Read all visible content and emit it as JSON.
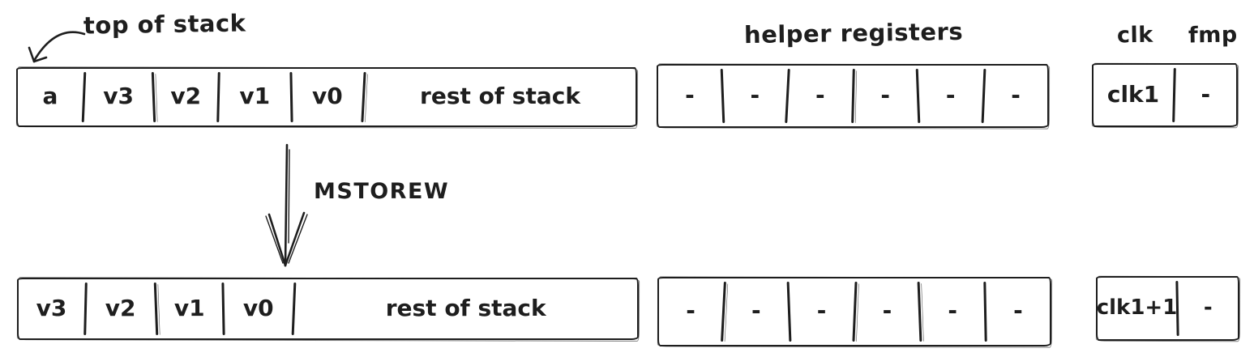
{
  "annotations": {
    "top_of_stack": "top of stack",
    "helper_registers": "helper registers",
    "clk": "clk",
    "fmp": "fmp"
  },
  "transition": {
    "instruction": "MSTOREW"
  },
  "state_before": {
    "stack": [
      "a",
      "v3",
      "v2",
      "v1",
      "v0",
      "rest of stack"
    ],
    "helper_registers": [
      "-",
      "-",
      "-",
      "-",
      "-",
      "-"
    ],
    "clk": "clk1",
    "fmp": "-"
  },
  "state_after": {
    "stack": [
      "v3",
      "v2",
      "v1",
      "v0",
      "rest of stack"
    ],
    "helper_registers": [
      "-",
      "-",
      "-",
      "-",
      "-",
      "-"
    ],
    "clk": "clk1+1",
    "fmp": "-"
  },
  "icons": {
    "top_of_stack_arrow": "curved-arrow-down-left",
    "transition_arrow": "arrow-down"
  },
  "colors": {
    "ink": "#1e1e1e",
    "background": "#ffffff"
  }
}
